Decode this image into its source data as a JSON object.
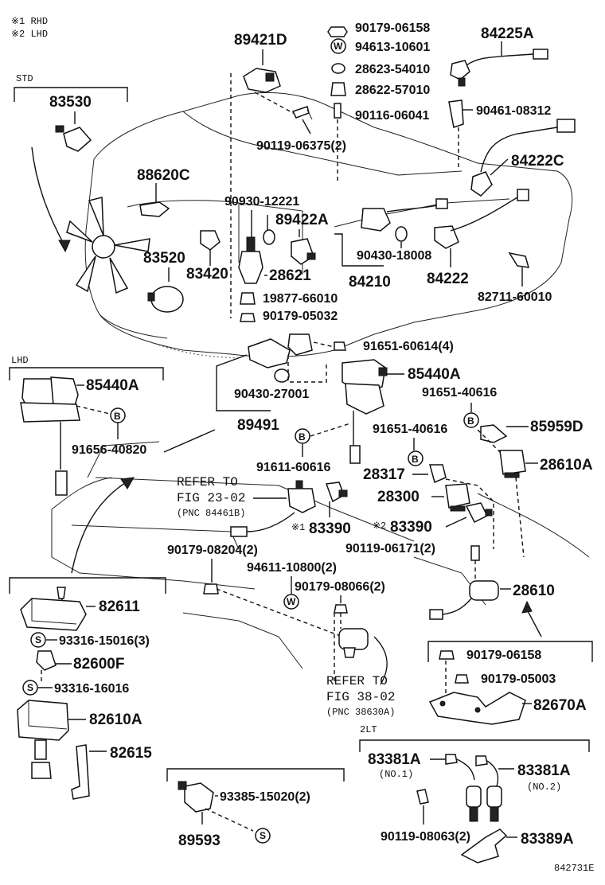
{
  "notes": {
    "rhd": "※1 RHD",
    "lhd": "※2 LHD",
    "std": "STD",
    "lhd_box": "LHD",
    "twolt": "2LT",
    "diagram_id": "842731E"
  },
  "refs": {
    "refer1_a": "REFER TO",
    "refer1_b": "FIG 23-02",
    "refer1_c": "(PNC 84461B)",
    "refer2_a": "REFER TO",
    "refer2_b": "FIG 38-02",
    "refer2_c": "(PNC 38630A)",
    "no1": "(NO.1)",
    "no2": "(NO.2)",
    "s_marker": "S",
    "w_marker": "W",
    "b_marker": "B"
  },
  "labels": {
    "p89421D": "89421D",
    "p90179_06158a": "90179-06158",
    "p94613_10601": "94613-10601",
    "p28623_54010": "28623-54010",
    "p28622_57010": "28622-57010",
    "p90116_06041": "90116-06041",
    "p84225A": "84225A",
    "p90461_08312": "90461-08312",
    "p83530": "83530",
    "p90119_06375": "90119-06375(2)",
    "p84222C": "84222C",
    "p88620C": "88620C",
    "p90930_12221": "90930-12221",
    "p89422A": "89422A",
    "p90430_18008": "90430-18008",
    "p83520": "83520",
    "p83420": "83420",
    "p28621": "28621",
    "p84210": "84210",
    "p84222": "84222",
    "p82711_60010": "82711-60010",
    "p19877_66010": "19877-66010",
    "p90179_05032": "90179-05032",
    "p91651_60614": "91651-60614(4)",
    "p85440A_lhd": "85440A",
    "p85440A": "85440A",
    "p91651_40616a": "91651-40616",
    "p90430_27001": "90430-27001",
    "p89491": "89491",
    "p91656_40820": "91656-40820",
    "p85959D": "85959D",
    "p91651_40616b": "91651-40616",
    "p91611_60616": "91611-60616",
    "p28317": "28317",
    "p28610A": "28610A",
    "p28300": "28300",
    "p83390_1": "83390",
    "p83390_2": "83390",
    "p90179_08204": "90179-08204(2)",
    "p90119_06171": "90119-06171(2)",
    "p94611_10800": "94611-10800(2)",
    "p90179_08066": "90179-08066(2)",
    "p28610": "28610",
    "p82611": "82611",
    "p93316_15016": "93316-15016(3)",
    "p82600F": "82600F",
    "p93316_16016": "93316-16016",
    "p82610A": "82610A",
    "p82615": "82615",
    "p90179_06158b": "90179-06158",
    "p90179_05003": "90179-05003",
    "p82670A": "82670A",
    "p83381A_1": "83381A",
    "p83381A_2": "83381A",
    "p93385_15020": "93385-15020(2)",
    "p89593": "89593",
    "p90119_08063": "90119-08063(2)",
    "p83389A": "83389A"
  },
  "marks": {
    "m1": "※1",
    "m2": "※2"
  }
}
